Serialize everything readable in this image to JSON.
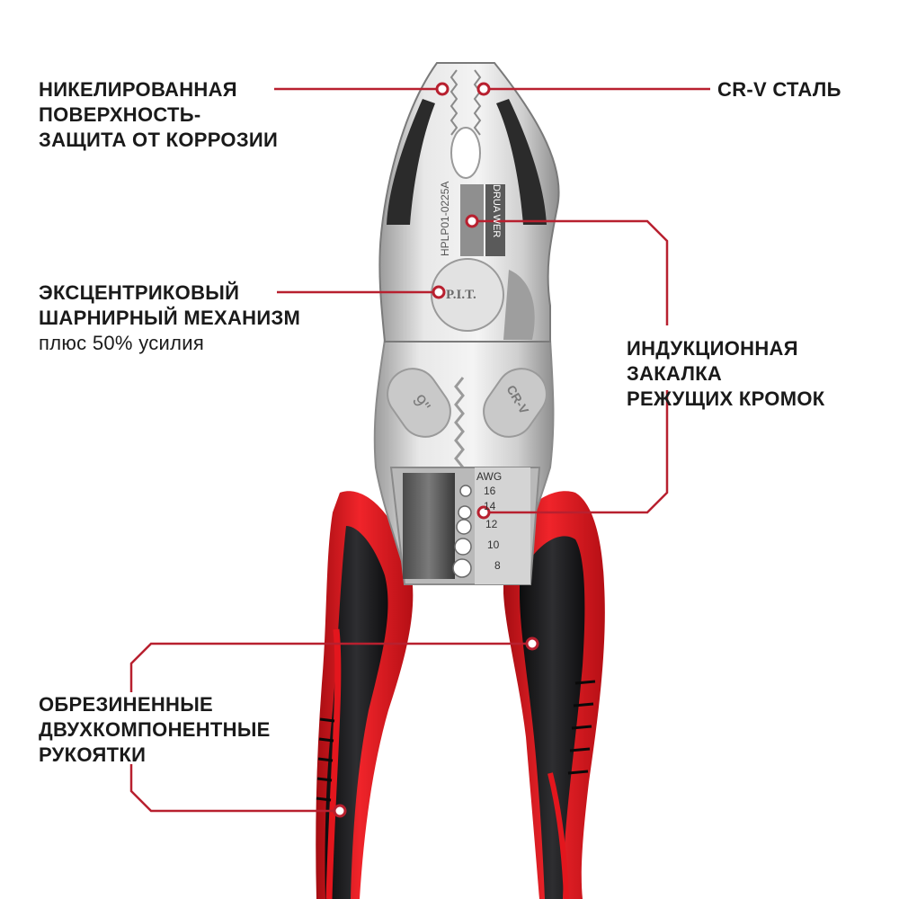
{
  "callouts": {
    "nickel": {
      "lines": [
        "НИКЕЛИРОВАННАЯ",
        "ПОВЕРХНОСТЬ-",
        "ЗАЩИТА ОТ КОРРОЗИИ"
      ]
    },
    "crv": {
      "lines": [
        "CR-V СТАЛЬ"
      ]
    },
    "eccentric": {
      "lines": [
        "ЭКСЦЕНТРИКОВЫЙ",
        "ШАРНИРНЫЙ МЕХАНИЗМ"
      ],
      "sub": "плюс 50% усилия"
    },
    "induction": {
      "lines": [
        "ИНДУКЦИОННАЯ",
        "ЗАКАЛКА",
        "РЕЖУЩИХ КРОМОК"
      ]
    },
    "handles": {
      "lines": [
        "ОБРЕЗИНЕННЫЕ",
        "ДВУХКОМПОНЕНТНЫЕ",
        "РУКОЯТКИ"
      ]
    }
  },
  "tool_markings": {
    "model": "HPLP01-0225A",
    "brand_plate": "DRUA  WER",
    "pivot_logo": "P.I.T.",
    "left_emboss": "9\"",
    "right_emboss": "CR-V",
    "gauge_title": "AWG",
    "gauge_values": [
      "16",
      "14",
      "12",
      "10",
      "8"
    ]
  },
  "colors": {
    "accent_red": "#b8202f",
    "handle_red": "#e3161d",
    "handle_black": "#1b1b1d",
    "steel": "#d9d9d9"
  }
}
